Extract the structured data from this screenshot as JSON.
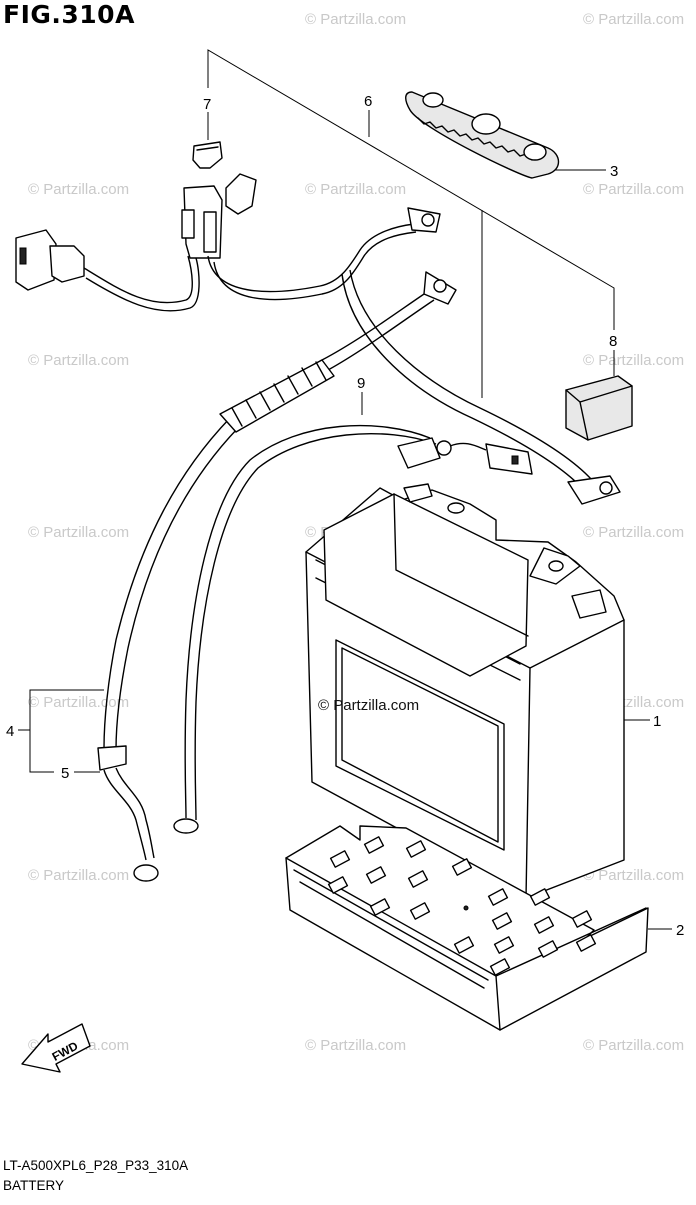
{
  "figure": {
    "title": "FIG.310A",
    "code": "LT-A500XPL6_P28_P33_310A",
    "name": "BATTERY"
  },
  "watermark": "© Partzilla.com",
  "callouts": {
    "c1": "1",
    "c2": "2",
    "c3": "3",
    "c4": "4",
    "c5": "5",
    "c6": "6",
    "c7": "7",
    "c8": "8",
    "c9": "9"
  },
  "fwd_label": "FWD"
}
